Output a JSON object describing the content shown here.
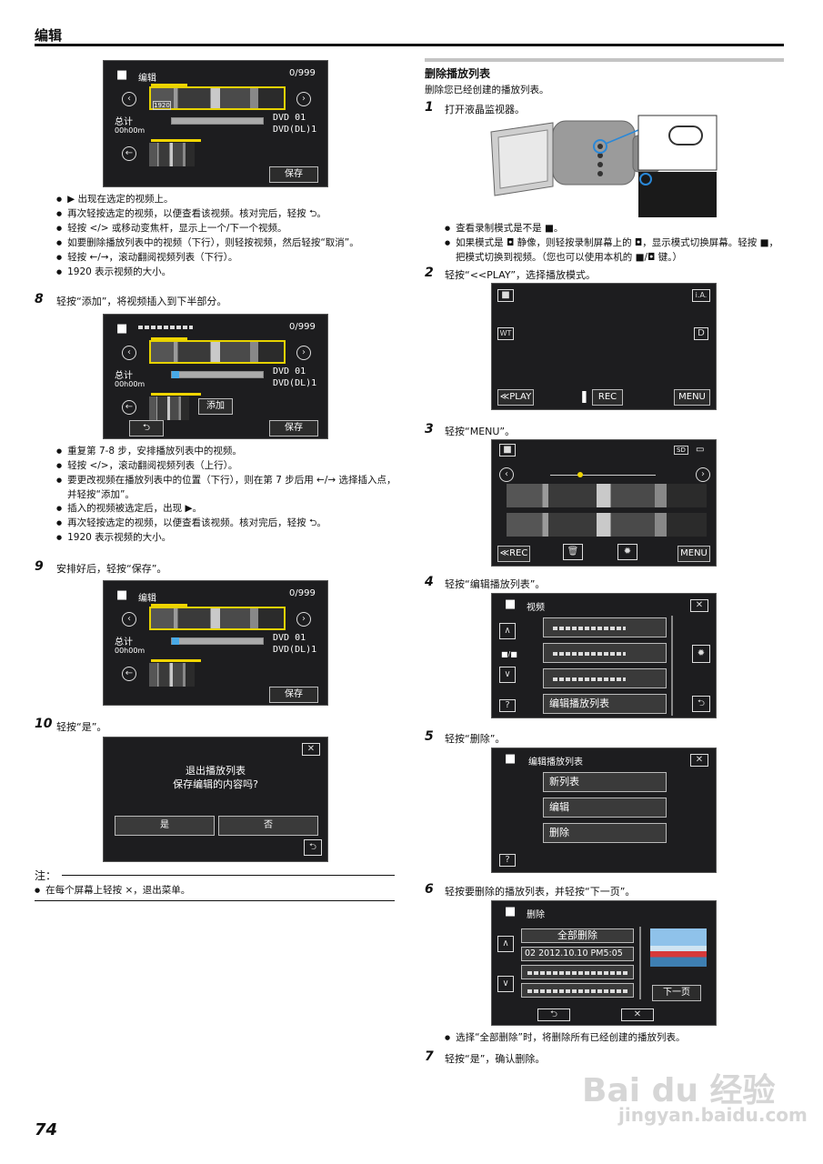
{
  "header": {
    "title": "编辑",
    "page_number": "74"
  },
  "left": {
    "screen_edit1": {
      "title": "编辑",
      "counter": "0/999",
      "total_label": "总计",
      "time": "00h00m",
      "dvd": "DVD    01",
      "dvd_dl": "DVD(DL)1",
      "badge": "1920",
      "save": "保存"
    },
    "bullets_a": [
      "▶ 出现在选定的视频上。",
      "再次轻按选定的视频，以便查看该视频。核对完后，轻按 ⮌。",
      "轻按 </> 或移动变焦杆，显示上一个/下一个视频。",
      "如要删除播放列表中的视频（下行），则轻按视频，然后轻按“取消”。",
      "轻按 ←/→，滚动翻阅视频列表（下行）。",
      "1920 表示视频的大小。"
    ],
    "step8": {
      "num": "8",
      "text": "轻按“添加”，将视频插入到下半部分。"
    },
    "screen_edit2": {
      "counter": "0/999",
      "total_label": "总计",
      "time": "00h00m",
      "dvd": "DVD    01",
      "dvd_dl": "DVD(DL)1",
      "add": "添加",
      "save": "保存",
      "back": "⮌"
    },
    "bullets_b": [
      "重复第 7-8 步，安排播放列表中的视频。",
      "轻按 </>，滚动翻阅视频列表（上行）。",
      "要更改视频在播放列表中的位置（下行），则在第 7 步后用 ←/→ 选择插入点，并轻按“添加”。",
      "插入的视频被选定后，出现 ▶。",
      "再次轻按选定的视频，以便查看该视频。核对完后，轻按 ⮌。",
      "1920 表示视频的大小。"
    ],
    "step9": {
      "num": "9",
      "text": "安排好后，轻按“保存”。"
    },
    "screen_edit3": {
      "title": "编辑",
      "counter": "0/999",
      "total_label": "总计",
      "time": "00h00m",
      "dvd": "DVD    01",
      "dvd_dl": "DVD(DL)1",
      "save": "保存"
    },
    "step10": {
      "num": "10",
      "text": "轻按“是”。"
    },
    "dialog": {
      "line1": "退出播放列表",
      "line2": "保存编辑的内容吗?",
      "yes": "是",
      "no": "否"
    },
    "note": {
      "label": "注：",
      "text": "在每个屏幕上轻按 ×，退出菜单。"
    }
  },
  "right": {
    "section_title": "删除播放列表",
    "section_desc": "删除您已经创建的播放列表。",
    "step1": {
      "num": "1",
      "text": "打开液晶监视器。"
    },
    "bullets_1": [
      "查看录制模式是不是 ■。",
      "如果模式是 ◘ 静像，则轻按录制屏幕上的 ◘，显示模式切换屏幕。轻按 ■，把模式切换到视频。（您也可以使用本机的 ■/◘ 键。）"
    ],
    "step2": {
      "num": "2",
      "text": "轻按“<<PLAY”，选择播放模式。"
    },
    "screen_rec": {
      "ia": "i.A.",
      "wt": "WT",
      "d": "D",
      "play": "≪PLAY",
      "rec": "REC",
      "menu": "MENU"
    },
    "step3": {
      "num": "3",
      "text": "轻按“MENU”。"
    },
    "screen_menu": {
      "rec": "≪REC",
      "menu": "MENU",
      "sd": "SD"
    },
    "step4": {
      "num": "4",
      "text": "轻按“编辑播放列表”。"
    },
    "screen_video": {
      "title": "视频",
      "edit_playlist": "编辑播放列表",
      "help": "?"
    },
    "step5": {
      "num": "5",
      "text": "轻按“删除”。"
    },
    "screen_editlist": {
      "title": "编辑播放列表",
      "items": [
        "新列表",
        "编辑",
        "删除"
      ],
      "help": "?"
    },
    "step6": {
      "num": "6",
      "text": "轻按要删除的播放列表，并轻按“下一页”。"
    },
    "screen_delete": {
      "title": "删除",
      "delete_all": "全部删除",
      "entry": "02 2012.10.10 PM5:05",
      "next": "下一页"
    },
    "bullets_6": [
      "选择“全部删除”时，将删除所有已经创建的播放列表。"
    ],
    "step7": {
      "num": "7",
      "text": "轻按“是”，确认删除。"
    }
  },
  "watermark": {
    "brand": "Bai du 经验",
    "url": "jingyan.baidu.com"
  }
}
